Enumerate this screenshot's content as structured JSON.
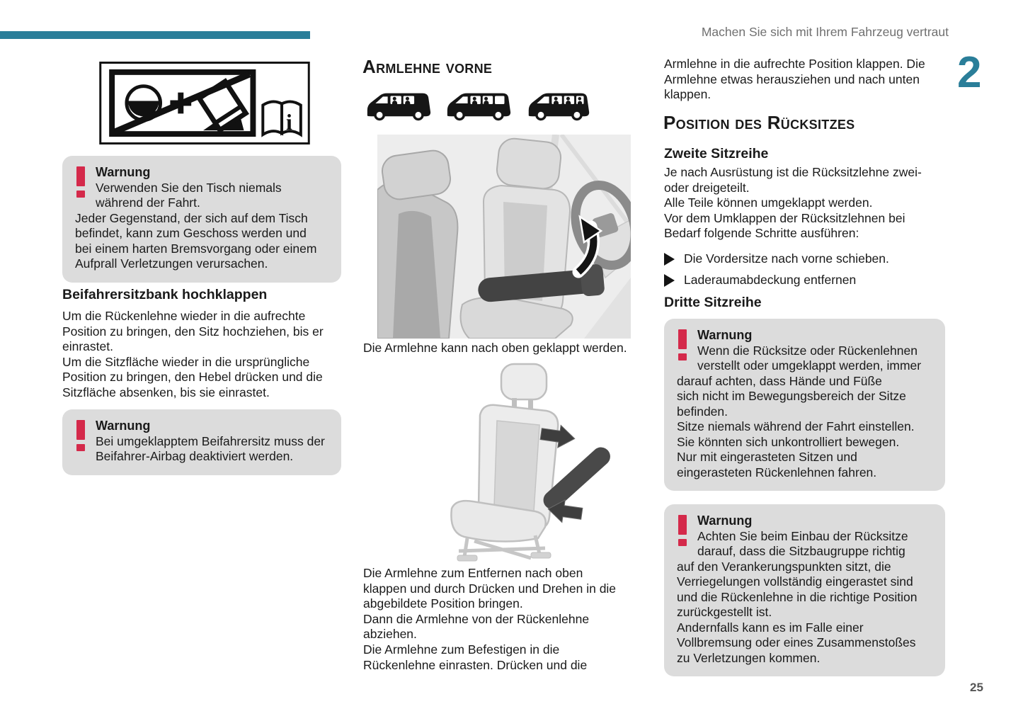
{
  "page": {
    "header": "Machen Sie sich mit Ihrem Fahrzeug vertraut",
    "chapter_number": "2",
    "page_number": "25"
  },
  "colors": {
    "accent_teal": "#2a7e99",
    "warning_red": "#d4294a",
    "warning_box_gray": "#dcdcdc",
    "header_gray": "#707070",
    "text": "#1a1a1a"
  },
  "icons": {
    "warning": "red-exclamation-icon",
    "bullet": "triangle-right-icon",
    "pictogram": "no-table-while-driving-pictogram",
    "book": "owner-manual-book-icon",
    "vehicles": [
      "van-long-icon",
      "van-mid-icon",
      "van-short-icon"
    ]
  },
  "left_column": {
    "warning1": {
      "title": "Warnung",
      "text": "Verwenden Sie den Tisch niemals\nwährend der Fahrt.\nJeder Gegenstand, der sich auf dem Tisch\nbefindet, kann zum Geschoss werden und\nbei einem harten Bremsvorgang oder einem\nAufprall Verletzungen verursachen."
    },
    "section_heading": "Beifahrersitzbank hochklappen",
    "section_text": "Um die Rückenlehne wieder in die aufrechte\nPosition zu bringen, den Sitz hochziehen, bis er\neinrastet.\nUm die Sitzfläche wieder in die ursprüngliche\nPosition zu bringen, den Hebel drücken und die\nSitzfläche absenken, bis sie einrastet.",
    "warning2": {
      "title": "Warnung",
      "text": "Bei umgeklapptem Beifahrersitz muss der\nBeifahrer-Airbag deaktiviert werden."
    }
  },
  "middle_column": {
    "heading": "Armlehne vorne",
    "caption1": "Die Armlehne kann nach oben geklappt werden.",
    "text": "Die Armlehne zum Entfernen nach oben\nklappen und durch Drücken und Drehen in die\nabgebildete Position bringen.\nDann die Armlehne von der Rückenlehne\nabziehen.\nDie Armlehne zum Befestigen in die\nRückenlehne einrasten. Drücken und die"
  },
  "right_column": {
    "intro_text": "Armlehne in die aufrechte Position klappen. Die\nArmlehne etwas herausziehen und nach unten\nklappen.",
    "heading": "Position des Rücksitzes",
    "subheading1": "Zweite Sitzreihe",
    "subheading1_text": "Je nach Ausrüstung ist die Rücksitzlehne zwei-\noder dreigeteilt.\nAlle Teile können umgeklappt werden.\nVor dem Umklappen der Rücksitzlehnen bei\nBedarf folgende Schritte ausführen:",
    "bullets": [
      "Die Vordersitze nach vorne schieben.",
      "Laderaumabdeckung entfernen"
    ],
    "subheading2": "Dritte Sitzreihe",
    "warning3": {
      "title": "Warnung",
      "text": "Wenn die Rücksitze oder Rückenlehnen\nverstellt oder umgeklappt werden, immer\ndarauf achten, dass Hände und Füße\nsich nicht im Bewegungsbereich der Sitze\nbefinden.\nSitze niemals während der Fahrt einstellen.\nSie könnten sich unkontrolliert bewegen.\nNur mit eingerasteten Sitzen und\neingerasteten Rückenlehnen fahren."
    },
    "warning4": {
      "title": "Warnung",
      "text": "Achten Sie beim Einbau der Rücksitze\ndarauf, dass die Sitzbaugruppe richtig\nauf den Verankerungspunkten sitzt, die\nVerriegelungen vollständig eingerastet sind\nund die Rückenlehne in die richtige Position\nzurückgestellt ist.\nAndernfalls kann es im Falle einer\nVollbremsung oder eines Zusammenstoßes\nzu Verletzungen kommen."
    }
  }
}
